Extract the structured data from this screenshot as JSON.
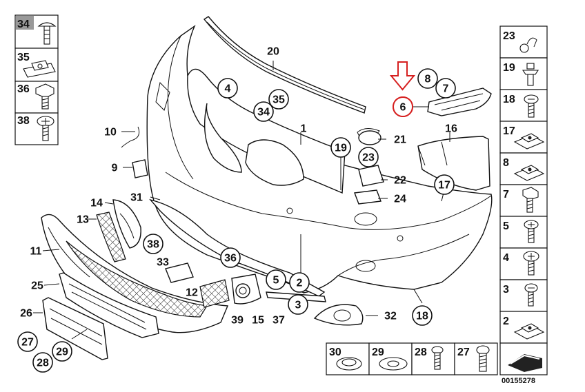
{
  "diagram": {
    "reference_number": "00155278",
    "highlight_color": "#d62020",
    "highlighted_part": "6",
    "main_parts": [
      {
        "n": "1"
      },
      {
        "n": "2"
      },
      {
        "n": "2b",
        "t": "2"
      },
      {
        "n": "3"
      },
      {
        "n": "3b",
        "t": "3"
      },
      {
        "n": "4"
      },
      {
        "n": "5"
      },
      {
        "n": "6"
      },
      {
        "n": "7"
      },
      {
        "n": "8"
      },
      {
        "n": "9"
      },
      {
        "n": "10"
      },
      {
        "n": "11"
      },
      {
        "n": "12"
      },
      {
        "n": "13"
      },
      {
        "n": "14"
      },
      {
        "n": "15"
      },
      {
        "n": "16"
      },
      {
        "n": "17"
      },
      {
        "n": "18"
      },
      {
        "n": "19"
      },
      {
        "n": "20"
      },
      {
        "n": "21"
      },
      {
        "n": "22"
      },
      {
        "n": "23"
      },
      {
        "n": "24"
      },
      {
        "n": "25"
      },
      {
        "n": "26"
      },
      {
        "n": "27"
      },
      {
        "n": "28"
      },
      {
        "n": "29"
      },
      {
        "n": "31"
      },
      {
        "n": "32"
      },
      {
        "n": "33"
      },
      {
        "n": "34"
      },
      {
        "n": "35"
      },
      {
        "n": "36"
      },
      {
        "n": "37"
      },
      {
        "n": "38"
      },
      {
        "n": "39"
      }
    ],
    "left_column": [
      "34",
      "35",
      "36",
      "38"
    ],
    "right_column": [
      "23",
      "19",
      "18",
      "17",
      "8",
      "7",
      "5",
      "4",
      "3",
      "2"
    ],
    "bottom_row": [
      "30",
      "29",
      "28",
      "27"
    ]
  }
}
